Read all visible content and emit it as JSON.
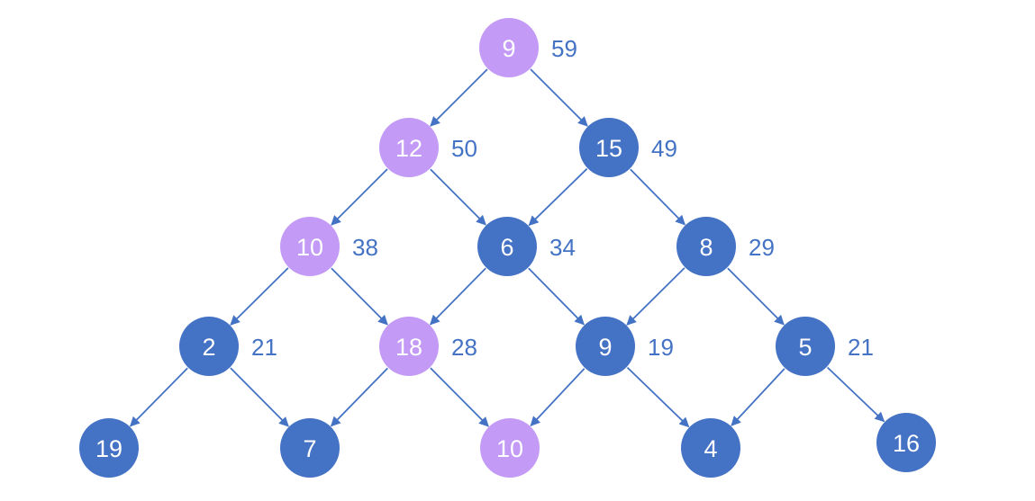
{
  "colors": {
    "path": "#c39af5",
    "default": "#4472c4",
    "edge": "#4472c4",
    "sum_text": "#4472c4",
    "node_text": "#ffffff"
  },
  "nodes": [
    {
      "id": "r0c0",
      "value": "9",
      "sum": "59",
      "on_path": true
    },
    {
      "id": "r1c0",
      "value": "12",
      "sum": "50",
      "on_path": true
    },
    {
      "id": "r1c1",
      "value": "15",
      "sum": "49",
      "on_path": false
    },
    {
      "id": "r2c0",
      "value": "10",
      "sum": "38",
      "on_path": true
    },
    {
      "id": "r2c1",
      "value": "6",
      "sum": "34",
      "on_path": false
    },
    {
      "id": "r2c2",
      "value": "8",
      "sum": "29",
      "on_path": false
    },
    {
      "id": "r3c0",
      "value": "2",
      "sum": "21",
      "on_path": false
    },
    {
      "id": "r3c1",
      "value": "18",
      "sum": "28",
      "on_path": true
    },
    {
      "id": "r3c2",
      "value": "9",
      "sum": "19",
      "on_path": false
    },
    {
      "id": "r3c3",
      "value": "5",
      "sum": "21",
      "on_path": false
    },
    {
      "id": "r4c0",
      "value": "19",
      "sum": "",
      "on_path": false
    },
    {
      "id": "r4c1",
      "value": "7",
      "sum": "",
      "on_path": false
    },
    {
      "id": "r4c2",
      "value": "10",
      "sum": "",
      "on_path": true
    },
    {
      "id": "r4c3",
      "value": "4",
      "sum": "",
      "on_path": false
    },
    {
      "id": "r4c4",
      "value": "16",
      "sum": "",
      "on_path": false
    }
  ],
  "edges": [
    [
      "r0c0",
      "r1c0"
    ],
    [
      "r0c0",
      "r1c1"
    ],
    [
      "r1c0",
      "r2c0"
    ],
    [
      "r1c0",
      "r2c1"
    ],
    [
      "r1c1",
      "r2c1"
    ],
    [
      "r1c1",
      "r2c2"
    ],
    [
      "r2c0",
      "r3c0"
    ],
    [
      "r2c0",
      "r3c1"
    ],
    [
      "r2c1",
      "r3c1"
    ],
    [
      "r2c1",
      "r3c2"
    ],
    [
      "r2c2",
      "r3c2"
    ],
    [
      "r2c2",
      "r3c3"
    ],
    [
      "r3c0",
      "r4c0"
    ],
    [
      "r3c0",
      "r4c1"
    ],
    [
      "r3c1",
      "r4c1"
    ],
    [
      "r3c1",
      "r4c2"
    ],
    [
      "r3c2",
      "r4c2"
    ],
    [
      "r3c2",
      "r4c3"
    ],
    [
      "r3c3",
      "r4c3"
    ],
    [
      "r3c3",
      "r4c4"
    ]
  ]
}
